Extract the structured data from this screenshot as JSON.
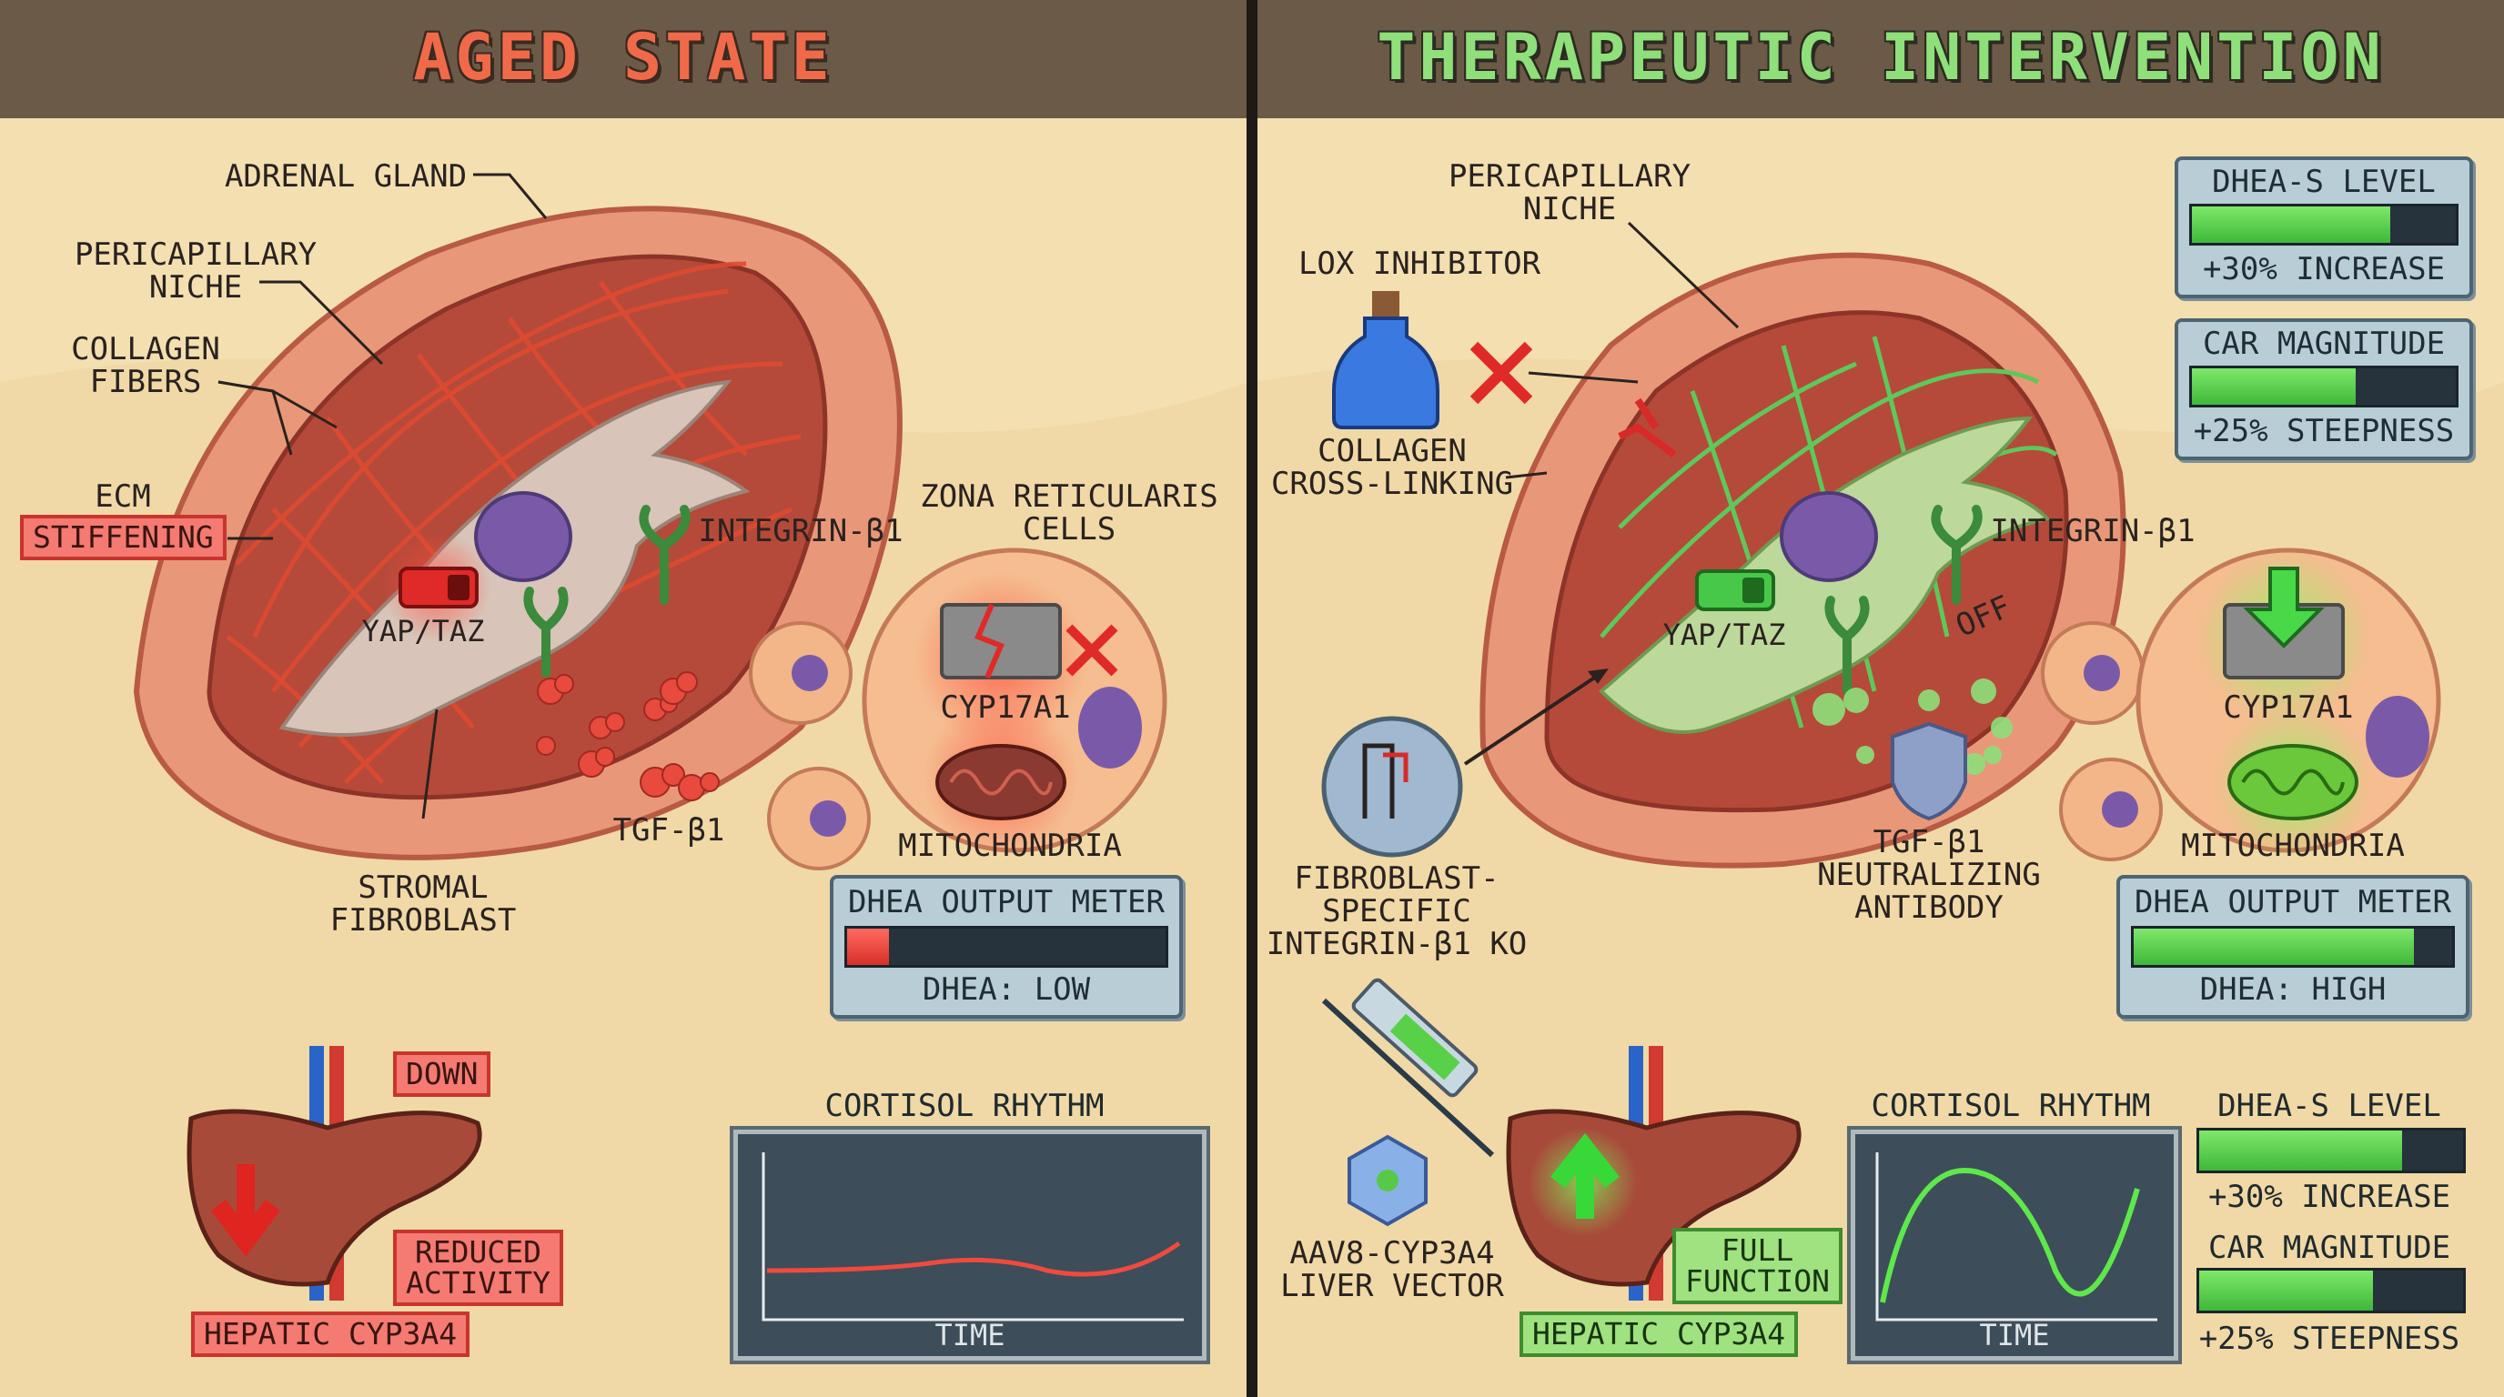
{
  "colors": {
    "aged_accent": "#f06a4a",
    "therapy_accent": "#8fe07a",
    "header_bg": "#6b5a47"
  },
  "left": {
    "title": "AGED STATE",
    "labels": {
      "adrenal_gland": "ADRENAL GLAND",
      "pericapillary_niche": "PERICAPILLARY\nNICHE",
      "collagen_fibers": "COLLAGEN\nFIBERS",
      "ecm": "ECM",
      "stiffening": "STIFFENING",
      "yap_taz": "YAP/TAZ",
      "integrin": "INTEGRIN-β1",
      "zona": "ZONA RETICULARIS\nCELLS",
      "cyp17a1": "CYP17A1",
      "mitochondria": "MITOCHONDRIA",
      "tgf": "TGF-β1",
      "stromal_fibroblast": "STROMAL\nFIBROBLAST",
      "down": "DOWN",
      "reduced_activity": "REDUCED\nACTIVITY",
      "hepatic_cyp3a4": "HEPATIC CYP3A4"
    },
    "dhea_meter": {
      "title": "DHEA OUTPUT METER",
      "status": "DHEA: LOW",
      "level": 0.13
    },
    "cortisol": {
      "title": "CORTISOL RHYTHM",
      "axis": "TIME"
    }
  },
  "right": {
    "title": "THERAPEUTIC INTERVENTION",
    "labels": {
      "pericapillary_niche": "PERICAPILLARY\nNICHE",
      "lox_inhibitor": "LOX INHIBITOR",
      "collagen_crosslinking": "COLLAGEN\nCROSS-LINKING",
      "yap_taz": "YAP/TAZ",
      "integrin": "INTEGRIN-β1",
      "off": "OFF",
      "fibroblast_ko": "FIBROBLAST-\nSPECIFIC\nINTEGRIN-β1 KO",
      "tgf_antibody": "TGF-β1\nNEUTRALIZING\nANTIBODY",
      "cyp17a1": "CYP17A1",
      "mitochondria": "MITOCHONDRIA",
      "aav8": "AAV8-CYP3A4\nLIVER VECTOR",
      "full_function": "FULL\nFUNCTION",
      "hepatic_cyp3a4": "HEPATIC CYP3A4"
    },
    "top_dhea_s": {
      "title": "DHEA-S LEVEL",
      "note": "+30% INCREASE",
      "level": 0.75
    },
    "top_car": {
      "title": "CAR MAGNITUDE",
      "note": "+25% STEEPNESS",
      "level": 0.62
    },
    "dhea_meter": {
      "title": "DHEA OUTPUT METER",
      "status": "DHEA: HIGH",
      "level": 0.88
    },
    "cortisol": {
      "title": "CORTISOL RHYTHM",
      "axis": "TIME"
    },
    "bottom_dhea_s": {
      "title": "DHEA-S LEVEL",
      "note": "+30% INCREASE",
      "level": 0.77
    },
    "bottom_car": {
      "title": "CAR MAGNITUDE",
      "note": "+25% STEEPNESS",
      "level": 0.66
    }
  }
}
